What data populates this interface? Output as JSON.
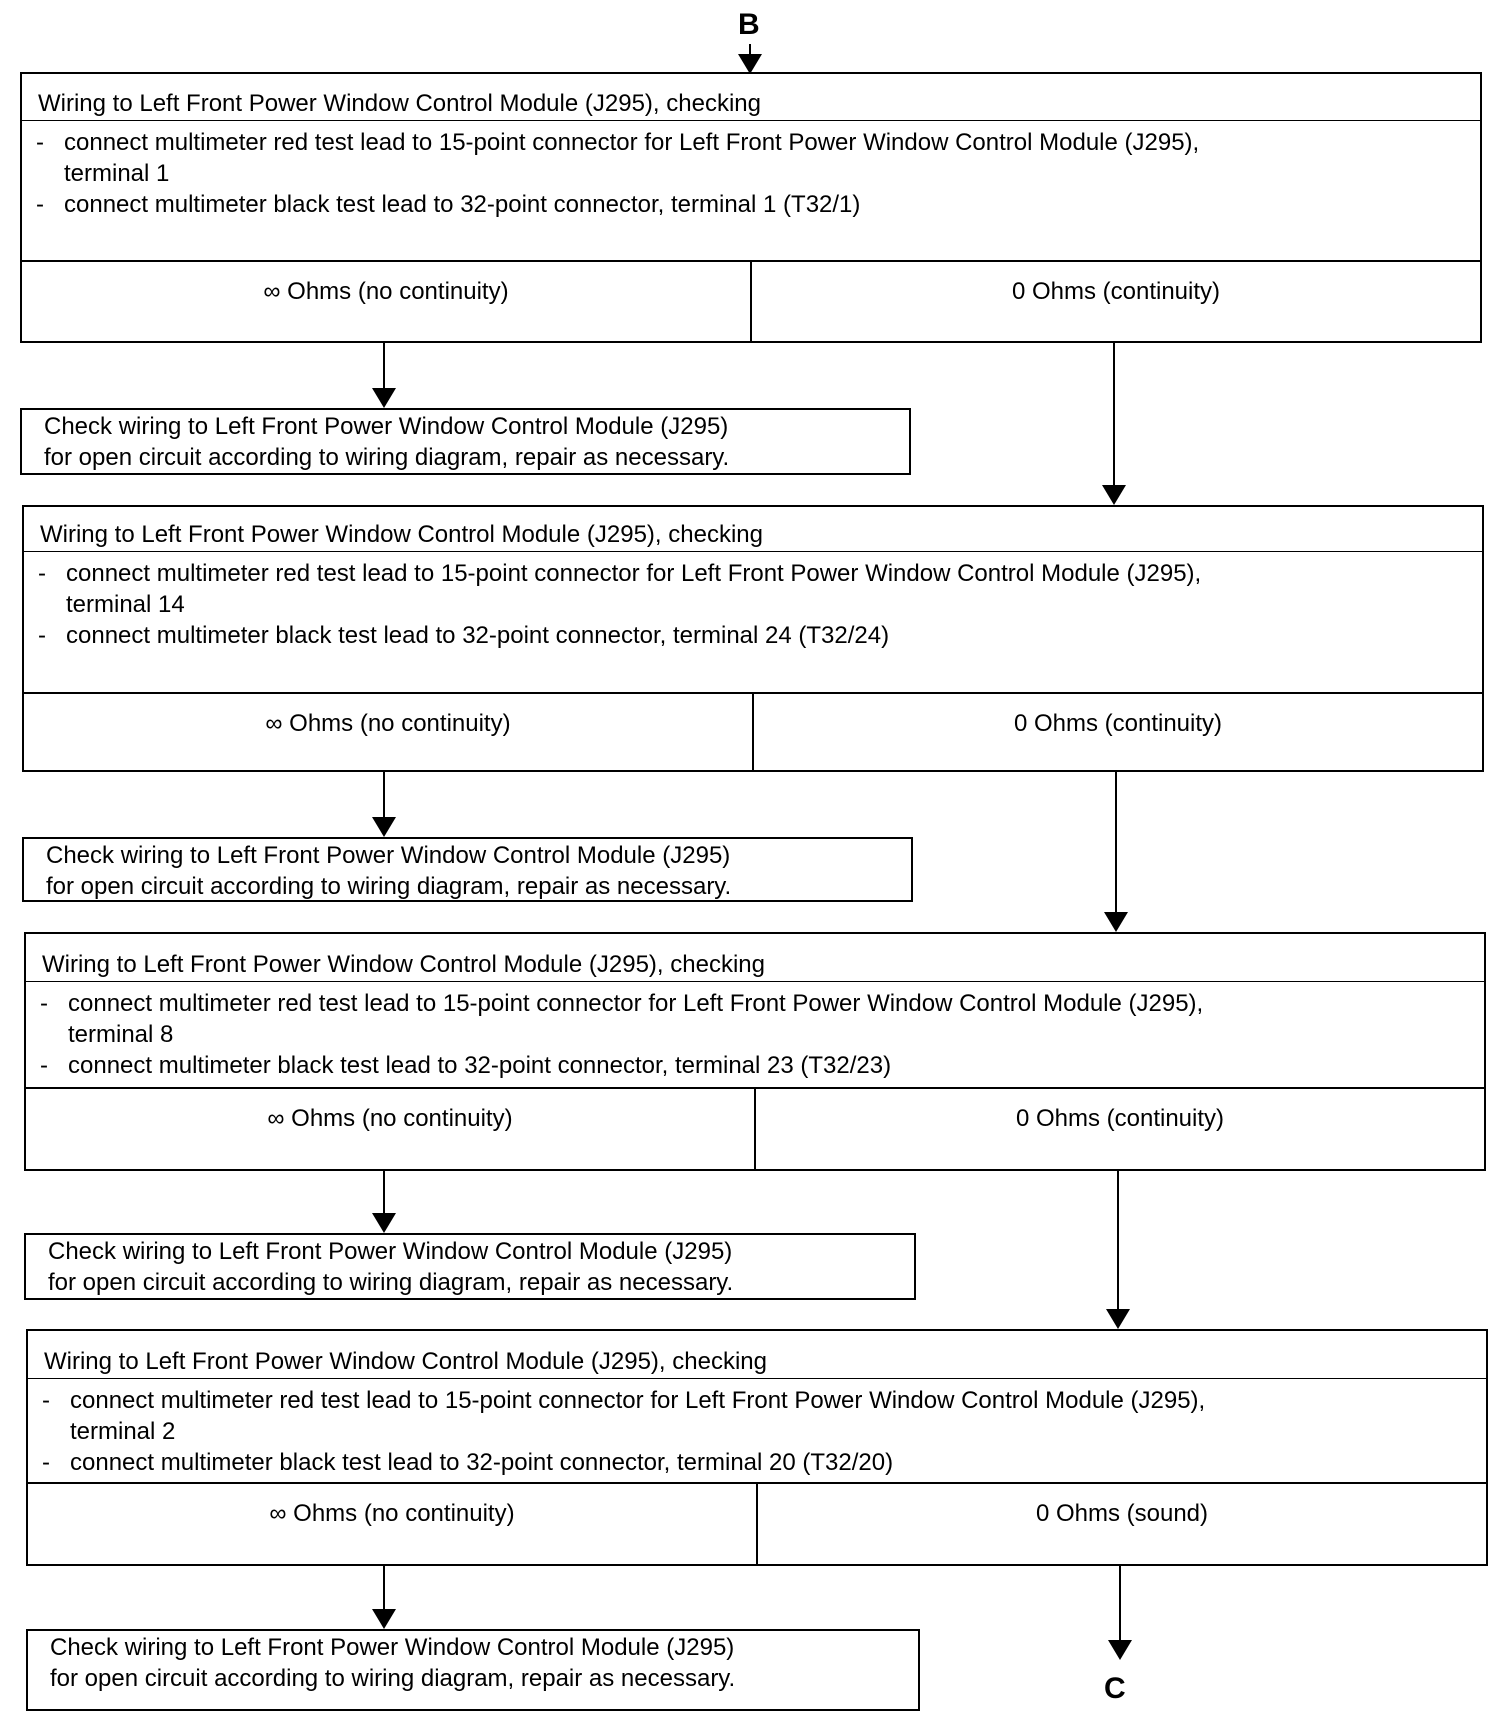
{
  "start_connector": "B",
  "end_connector": "C",
  "steps": [
    {
      "title": "Wiring to Left Front Power Window Control Module (J295), checking",
      "instructions": [
        {
          "bullet": "-",
          "text": "connect multimeter red test lead to 15-point connector for Left Front Power Window Control  Module (J295),",
          "cont": "terminal 1"
        },
        {
          "bullet": "-",
          "text": "connect multimeter black test lead to 32-point connector, terminal 1 (T32/1)"
        }
      ],
      "fail": "∞ Ohms  (no continuity)",
      "pass": "0 Ohms  (continuity)",
      "action": [
        "Check wiring to Left Front Power Window Control Module (J295)",
        "for open circuit  according to wiring diagram, repair as  necessary."
      ]
    },
    {
      "title": "Wiring to Left Front Power Window Control Module (J295), checking",
      "instructions": [
        {
          "bullet": "-",
          "text": "connect multimeter red test lead to 15-point connector for Left Front Power Window Control  Module (J295),",
          "cont": "terminal 14"
        },
        {
          "bullet": "-",
          "text": "connect multimeter black test lead to 32-point connector, terminal 24 (T32/24)"
        }
      ],
      "fail": "∞ Ohms  (no continuity)",
      "pass": "0 Ohms  (continuity)",
      "action": [
        "Check wiring to Left Front Power Window Control  Module (J295)",
        "for open circuit  according to wiring  diagram, repair as necessary."
      ]
    },
    {
      "title": "Wiring to Left Front Power Window Control Module (J295), checking",
      "instructions": [
        {
          "bullet": "-",
          "text": "connect multimeter red test lead to 15-point connector for Left Front Power Window Control Module (J295),",
          "cont": "terminal 8"
        },
        {
          "bullet": "-",
          "text": "connect multimeter black test lead to 32-point connector, terminal 23 (T32/23)"
        }
      ],
      "fail": "∞ Ohms  (no continuity)",
      "pass": "0 Ohms  (continuity)",
      "action": [
        "Check wiring  to  Left Front Power Window Control Module (J295)",
        "for open circuit  according to wiring diagram, repair as  necessary."
      ]
    },
    {
      "title": "Wiring to Left Front Power Window Control Module (J295), checking",
      "instructions": [
        {
          "bullet": "-",
          "text": "connect multimeter red test lead to 15-point connector for Left Front Power Window Control Module (J295),",
          "cont": "terminal 2"
        },
        {
          "bullet": "-",
          "text": "connect multimeter black test lead to 32-point connector, terminal 20 (T32/20)"
        }
      ],
      "fail": "∞ Ohms  (no continuity)",
      "pass": "0 Ohms  (sound)",
      "action": [
        "Check wiring to Left Front Power Window Control Module (J295)",
        "for open circuit according to wiring diagram, repair as  necessary."
      ]
    }
  ]
}
